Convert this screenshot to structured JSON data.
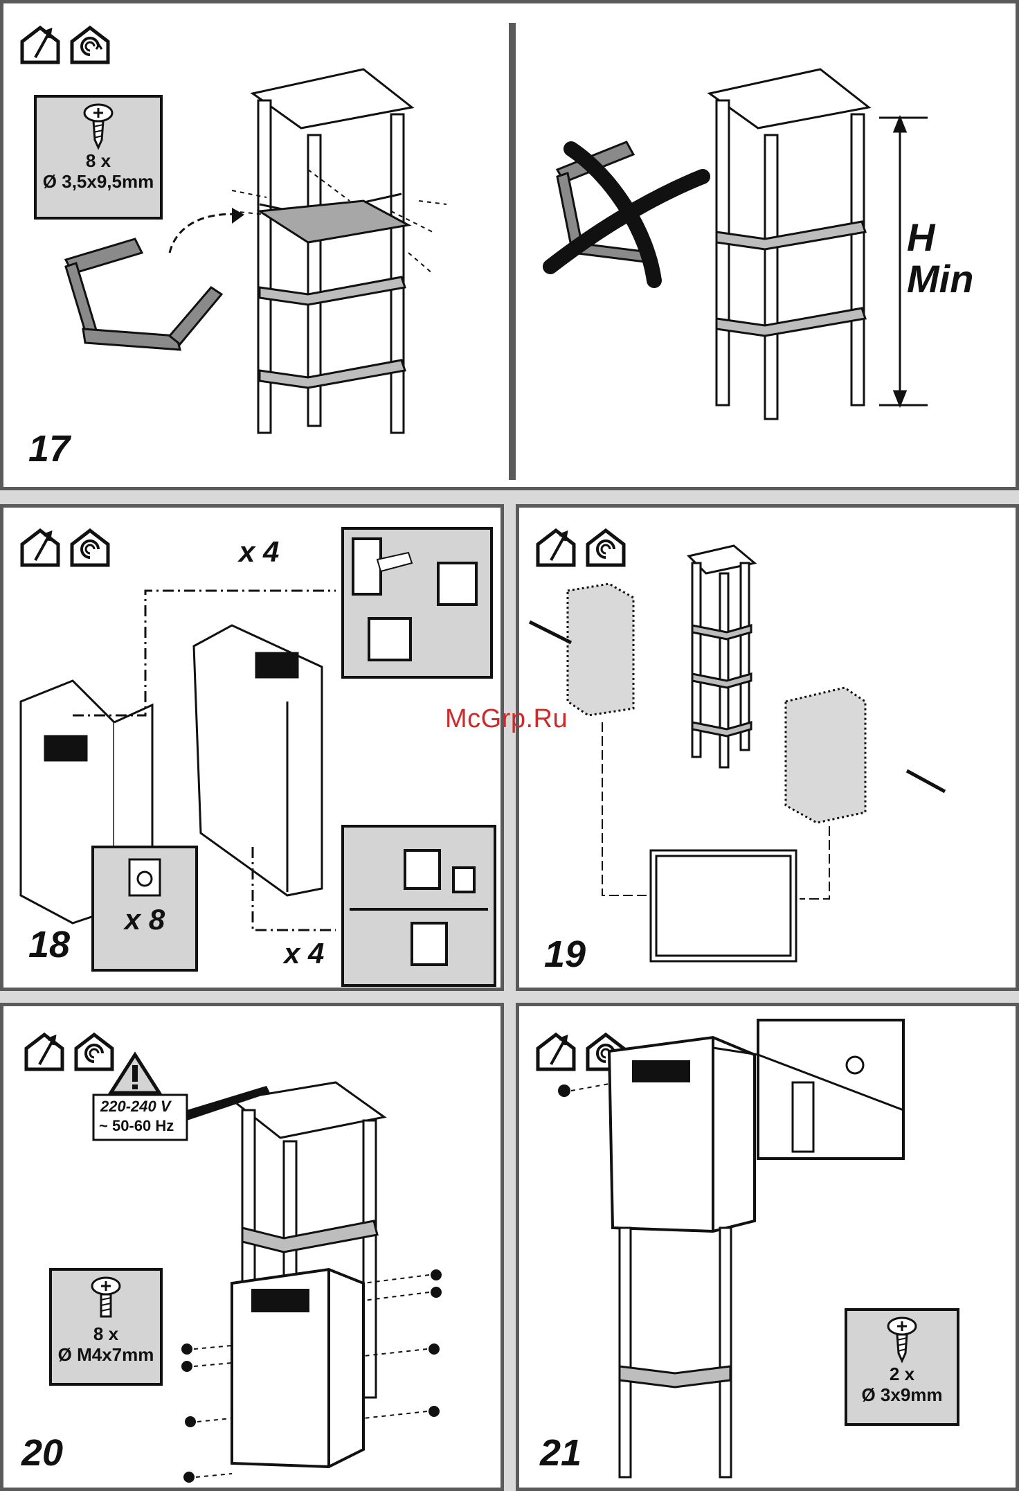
{
  "panels": {
    "p17": {
      "number": "17",
      "spec_qty": "8 x",
      "spec_size": "Ø 3,5x9,5mm"
    },
    "p17b": {
      "label_h": "H",
      "label_min": "Min"
    },
    "p18": {
      "number": "18",
      "qty_top": "x 4",
      "qty_bottom": "x 4",
      "clip_qty": "x 8"
    },
    "p19": {
      "number": "19"
    },
    "p20": {
      "number": "20",
      "warning_voltage": "220-240 V",
      "warning_freq": "~ 50-60 Hz",
      "spec_qty": "8 x",
      "spec_size": "Ø M4x7mm"
    },
    "p21": {
      "number": "21",
      "spec_qty": "2 x",
      "spec_size": "Ø 3x9mm"
    }
  },
  "icons": [
    "duct-out-house-icon",
    "recirculation-house-icon"
  ],
  "watermark": "McGrp.Ru",
  "colors": {
    "panel_border": "#5a5a5a",
    "spec_fill": "#d4d4d4",
    "watermark": "#cc2b2b"
  }
}
